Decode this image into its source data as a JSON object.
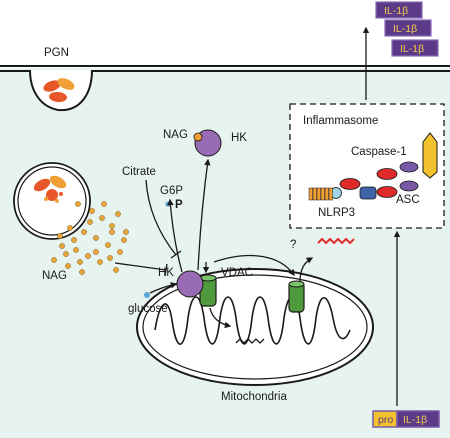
{
  "labels": {
    "pgn": "PGN",
    "nag_left": "NAG",
    "nag_top": "NAG",
    "hk_top": "HK",
    "hk": "HK",
    "citrate": "Citrate",
    "g6p": "G6P",
    "phosphate": "P",
    "vdac": "VDAC",
    "glucose": "glucose",
    "mitochondria": "Mitochondria",
    "inflammasome": "Inflammasome",
    "caspase": "Caspase-1",
    "asc": "ASC",
    "nlrp3": "NLRP3",
    "question": "?"
  },
  "cytokines": {
    "released": [
      "IL-1β",
      "IL-1β",
      "IL-1β"
    ],
    "pro_prefix": "pro",
    "pro_name": "IL-1β"
  },
  "colors": {
    "cytoplasm": "#e6f3ef",
    "hk": "#9a6bb5",
    "vdac": "#4e9a3c",
    "nag_dot": "#e8a63a",
    "tag_fill": "#5b3a87",
    "tag_text": "#f3c94b",
    "mrna_red": "#e32b2b",
    "caspase": "#f2c12e",
    "nlrp3_orange": "#f0a035",
    "nlrp3_blue": "#5d8ec9",
    "asc_red": "#e02a2a"
  }
}
